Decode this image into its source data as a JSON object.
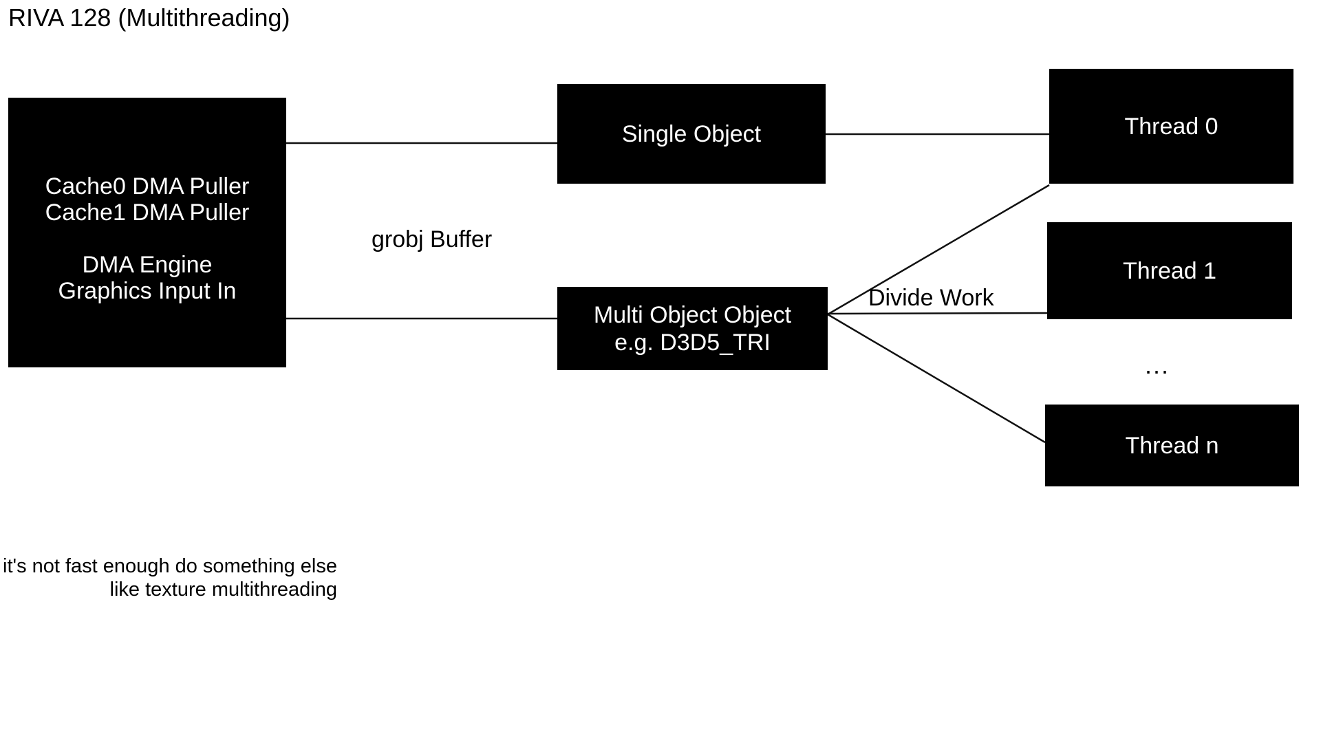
{
  "title": "RIVA 128 (Multithreading)",
  "pipeline_box": {
    "lines": [
      "Cache0 DMA Puller",
      "Cache1 DMA Puller",
      "",
      "DMA Engine",
      "Graphics Input In"
    ]
  },
  "buffer_label": "grobj Buffer",
  "single_object": {
    "label": "Single Object"
  },
  "multi_object": {
    "line1": "Multi Object Object",
    "line2": "e.g. D3D5_TRI"
  },
  "divide_work_label": "Divide Work",
  "threads": {
    "thread0": "Thread 0",
    "thread1": "Thread 1",
    "ellipsis": "...",
    "threadn": "Thread n"
  },
  "note": {
    "line1": "If it's not fast enough do something else",
    "line2": "like texture multithreading"
  },
  "colors": {
    "background": "#ffffff",
    "box_fill": "#000000",
    "box_text": "#ffffff",
    "line": "#111111",
    "text": "#000000"
  }
}
